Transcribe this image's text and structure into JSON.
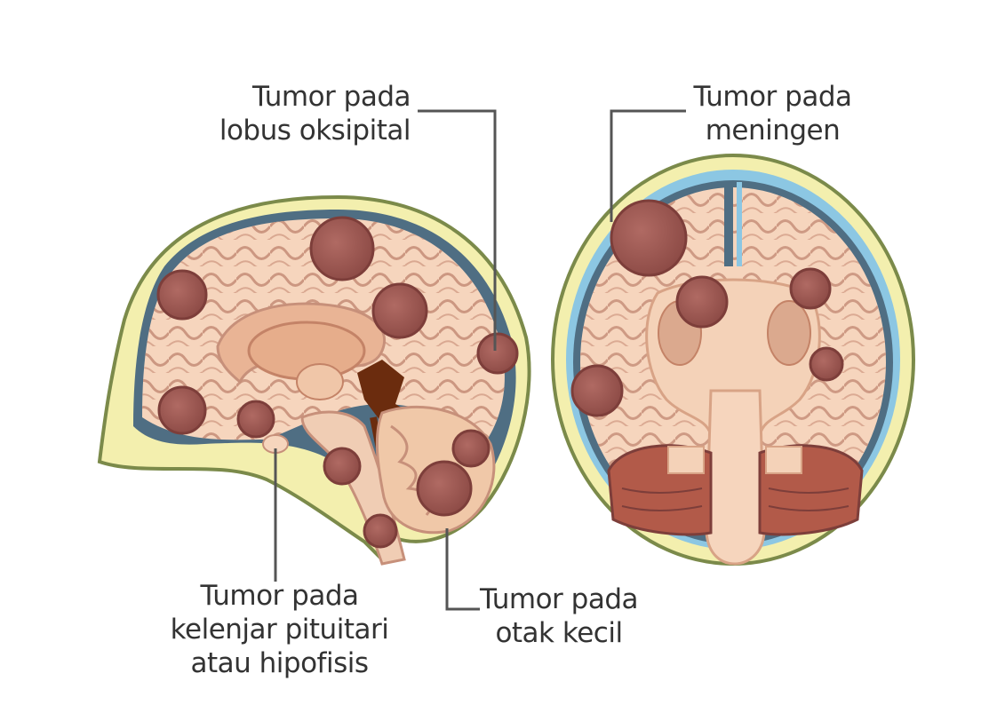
{
  "labels": {
    "occipital": [
      "Tumor pada",
      "lobus oksipital"
    ],
    "meninges": [
      "Tumor pada",
      "meningen"
    ],
    "pituitary": [
      "Tumor pada",
      "kelenjar pituitari",
      "atau hipofisis"
    ],
    "cerebellum": [
      "Tumor pada",
      "otak kecil"
    ]
  },
  "colors": {
    "skull": "#f3efae",
    "skull_outline": "#7b8a4a",
    "dura": "#4f6e83",
    "csf": "#8cc7e3",
    "brain": "#f6d5bd",
    "gyri_line": "#c7907a",
    "white_matter": "#e9b495",
    "tumor": "#9e5a55",
    "tumor_dark": "#7d3e3a",
    "ventricle": "#6b2c0e",
    "cerebellum": "#b25a49",
    "leader_line": "#555555"
  }
}
